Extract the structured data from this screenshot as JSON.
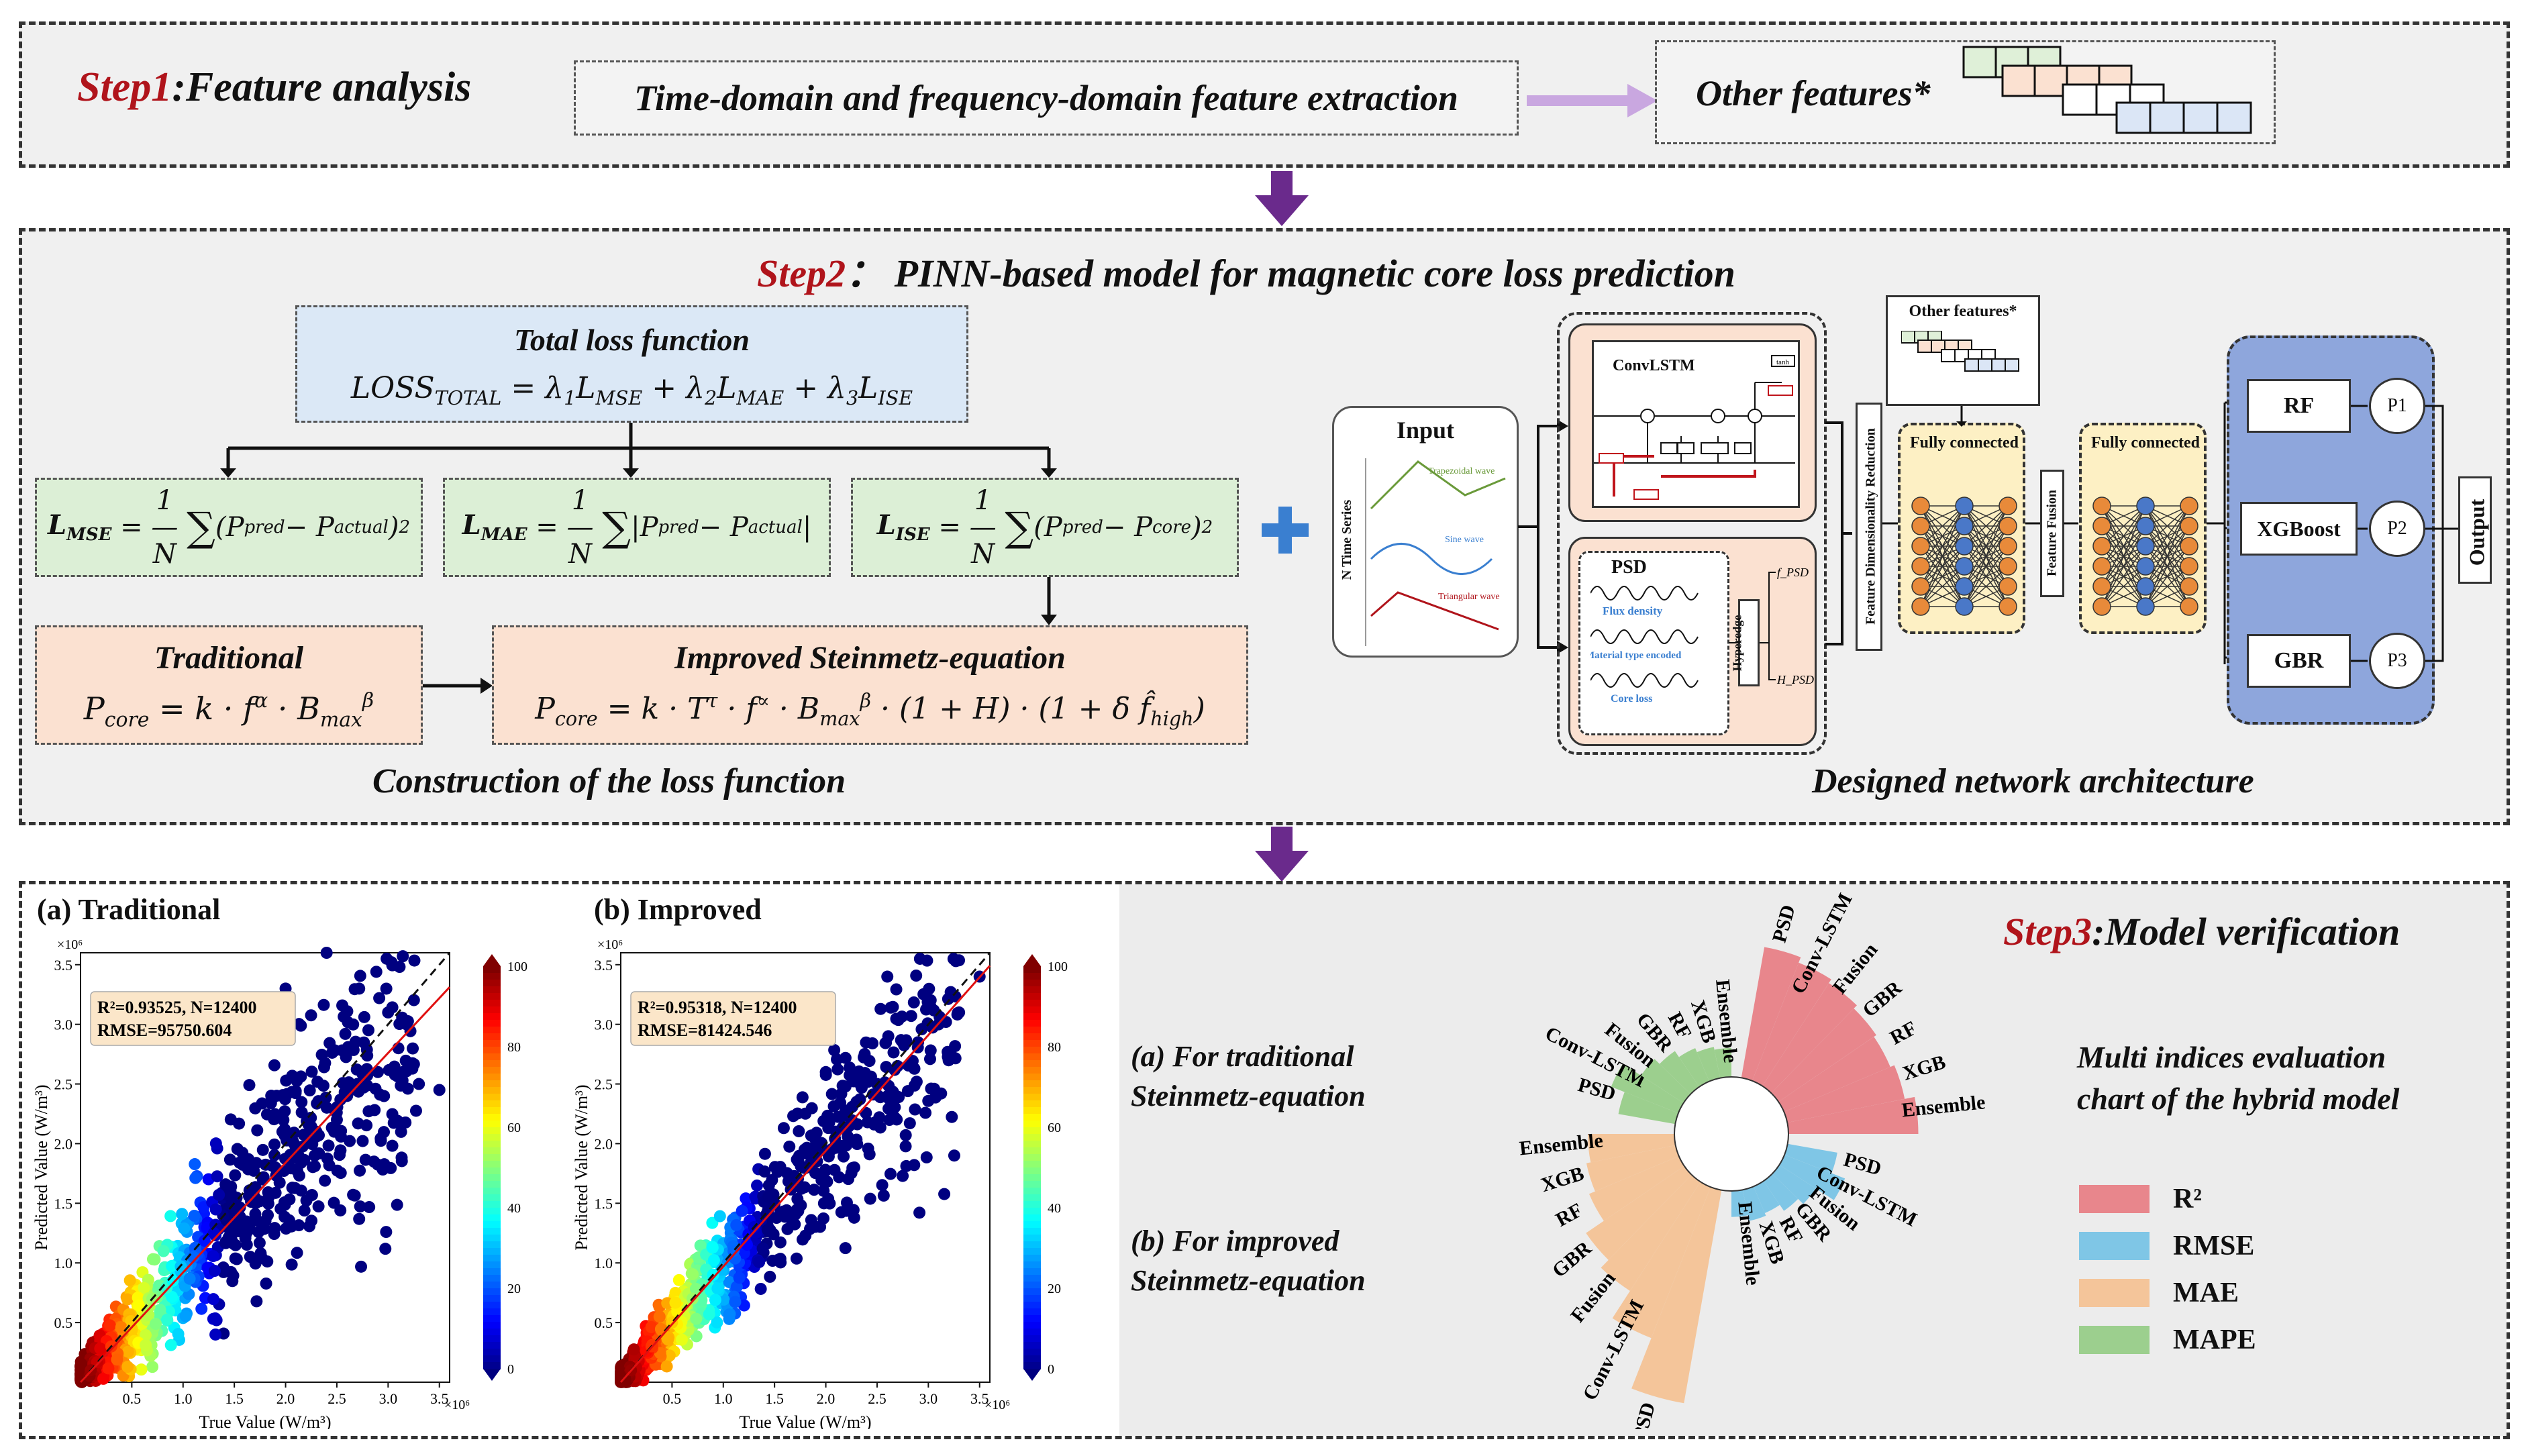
{
  "step1": {
    "label_step": "Step1",
    "label_rest": ":Feature analysis",
    "extraction_box": "Time-domain and frequency-domain feature extraction",
    "other_box": "Other features*"
  },
  "step2": {
    "label_step": "Step2",
    "label_rest": "： PINN-based  model for magnetic core loss prediction",
    "total_loss_title": "Total loss function",
    "total_loss_eq": "LOSS_TOTAL = λ1 L_MSE + λ2 L_MAE + λ3 L_ISE",
    "mse_eq": "L_MSE = (1/N) Σ (P_pred − P_actual)²",
    "mae_eq": "L_MAE = (1/N) Σ |P_pred − P_actual|",
    "ise_eq": "L_ISE = (1/N) Σ (P_pred − P_core)²",
    "traditional_title": "Traditional",
    "traditional_eq": "P_core = k · f^α · B_max^β",
    "improved_title": "Improved Steinmetz-equation",
    "improved_eq": "P_core = k · T^τ · f^∝ · B_max^β · (1 + H) · (1 + δ f̂_high)",
    "caption_left": "Construction of the loss function",
    "caption_right": "Designed network architecture",
    "network": {
      "input_label": "Input",
      "n_time_series": "N Time Series",
      "trapezoidal": "Trapezoidal wave",
      "sine": "Sine wave",
      "triangular": "Triangular wave",
      "convlstm": "ConvLSTM",
      "psd": "PSD",
      "flux_density": "Flux density",
      "material_type": "Material type encoded",
      "core_loss": "Core loss",
      "hyperedge": "Hyperedge",
      "f_psd": "f_PSD",
      "h_psd": "H_PSD",
      "feature_dim_reduction": "Feature Dimensionality Reduction",
      "other_features": "Other features*",
      "fully_connected_1": "Fully connected",
      "feature_fusion": "Feature Fusion",
      "fully_connected_2": "Fully connected",
      "rf": "RF",
      "xgboost": "XGBoost",
      "gbr": "GBR",
      "p1": "P1",
      "p2": "P2",
      "p3": "P3",
      "output": "Output",
      "tanh": "tanh"
    }
  },
  "step3": {
    "label_step": "Step3",
    "label_rest": ":Model verification",
    "plot_a_title": "(a) Traditional",
    "plot_b_title": "(b) Improved",
    "x_scale": "×10⁶",
    "y_scale": "×10⁶",
    "x_label": "True Value (W/m³)",
    "y_label": "Predicted Value (W/m³)",
    "x_ticks": [
      "0.5",
      "1.0",
      "1.5",
      "2.0",
      "2.5",
      "3.0",
      "3.5"
    ],
    "y_ticks": [
      "0.5",
      "1.0",
      "1.5",
      "2.0",
      "2.5",
      "3.0",
      "3.5"
    ],
    "colorbar_ticks": [
      "0",
      "20",
      "40",
      "60",
      "80",
      "100"
    ],
    "stats_a_line1": "R²=0.93525, N=12400",
    "stats_a_line2": "RMSE=95750.604",
    "stats_b_line1": "R²=0.95318, N=12400",
    "stats_b_line2": "RMSE=81424.546",
    "legend_a_line1": "(a)  For traditional",
    "legend_a_line2": "Steinmetz-equation",
    "legend_b_line1": "(b)  For improved",
    "legend_b_line2": "Steinmetz-equation",
    "multi_line1": "Multi indices evaluation",
    "multi_line2": "chart of the hybrid model",
    "legend_r2": "R²",
    "legend_rmse": "RMSE",
    "legend_mae": "MAE",
    "legend_mape": "MAPE"
  },
  "colors": {
    "accent_red": "#b0141b",
    "arrow_purple": "#6a2a8c",
    "r2": "#e8868c",
    "rmse": "#7fc6e6",
    "mae": "#f4c59a",
    "mape": "#9ccf8e",
    "blue_box": "#d9e6f5",
    "green_box": "#dcefd6",
    "orange_box": "#fbe1d1",
    "network_blue": "#8ea6dc"
  },
  "chart_data": [
    {
      "type": "scatter",
      "title": "(a) Traditional",
      "xlabel": "True Value (W/m³)",
      "ylabel": "Predicted Value (W/m³)",
      "xlim": [
        0,
        3.6
      ],
      "ylim": [
        0,
        3.6
      ],
      "stats": {
        "R2": 0.93525,
        "N": 12400,
        "RMSE": 95750.604
      },
      "colorbar": [
        0,
        100
      ],
      "x": [
        0.1,
        0.3,
        0.5,
        0.7,
        0.9,
        1.1,
        1.3,
        1.5,
        1.7,
        1.9,
        2.1,
        2.3,
        2.5,
        2.7,
        2.9,
        3.1,
        3.3,
        3.5,
        2.0,
        2.4,
        2.6,
        3.0
      ],
      "y": [
        0.1,
        0.3,
        0.45,
        0.7,
        0.85,
        1.05,
        1.25,
        1.45,
        1.55,
        1.8,
        1.9,
        2.1,
        2.2,
        2.5,
        2.6,
        2.8,
        2.5,
        2.45,
        3.3,
        3.6,
        2.4,
        3.1
      ]
    },
    {
      "type": "scatter",
      "title": "(b) Improved",
      "xlabel": "True Value (W/m³)",
      "ylabel": "Predicted Value (W/m³)",
      "xlim": [
        0,
        3.6
      ],
      "ylim": [
        0,
        3.6
      ],
      "stats": {
        "R2": 0.95318,
        "N": 12400,
        "RMSE": 81424.546
      },
      "colorbar": [
        0,
        100
      ],
      "x": [
        0.1,
        0.3,
        0.5,
        0.7,
        0.9,
        1.1,
        1.3,
        1.5,
        1.7,
        1.9,
        2.1,
        2.3,
        2.5,
        2.7,
        2.9,
        3.1,
        3.3,
        3.5,
        2.0,
        2.6
      ],
      "y": [
        0.1,
        0.3,
        0.5,
        0.7,
        0.9,
        1.1,
        1.3,
        1.5,
        1.65,
        1.9,
        2.1,
        2.35,
        2.5,
        2.65,
        2.85,
        3.0,
        3.1,
        3.4,
        2.6,
        3.4
      ]
    },
    {
      "type": "bar",
      "polar": true,
      "title": "",
      "categories": [
        "PSD",
        "Conv-LSTM",
        "Fusion",
        "GBR",
        "RF",
        "XGB",
        "Ensemble"
      ],
      "series": [
        {
          "name": "R²",
          "values": [
            0.92,
            0.88,
            0.85,
            0.82,
            0.8,
            0.83,
            0.9
          ]
        },
        {
          "name": "RMSE",
          "values": [
            0.35,
            0.45,
            0.3,
            0.25,
            0.2,
            0.22,
            0.18
          ]
        },
        {
          "name": "MAE",
          "values": [
            1.0,
            0.75,
            0.6,
            0.55,
            0.45,
            0.42,
            0.4
          ]
        },
        {
          "name": "MAPE",
          "values": [
            0.4,
            0.5,
            0.35,
            0.3,
            0.25,
            0.22,
            0.2
          ]
        }
      ]
    }
  ]
}
